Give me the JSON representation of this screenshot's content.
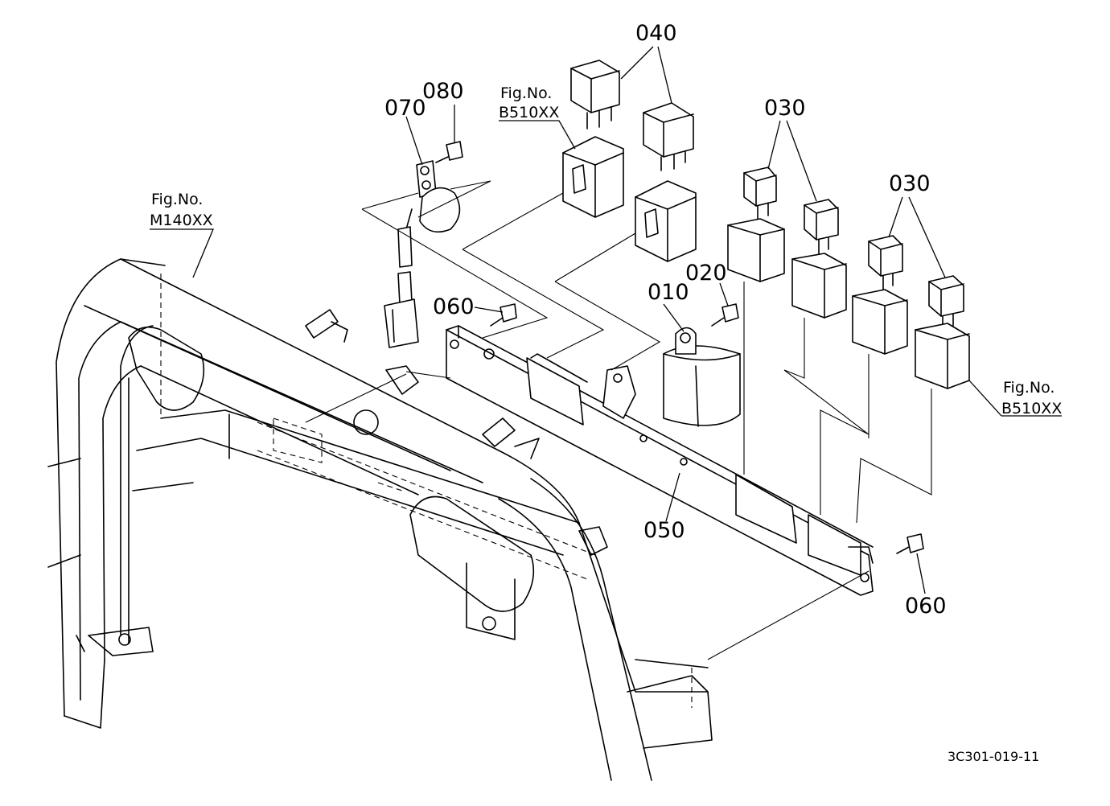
{
  "part_labels": {
    "p040": "040",
    "p080": "080",
    "p070": "070",
    "p030a": "030",
    "p030b": "030",
    "p020": "020",
    "p010": "010",
    "p060a": "060",
    "p060b": "060",
    "p050": "050"
  },
  "figure_refs": {
    "top": {
      "line1": "Fig.No.",
      "line2": "B510XX"
    },
    "left": {
      "line1": "Fig.No.",
      "line2": "M140XX"
    },
    "right": {
      "line1": "Fig.No.",
      "line2": "B510XX"
    }
  },
  "drawing_id": "3C301-019-11"
}
